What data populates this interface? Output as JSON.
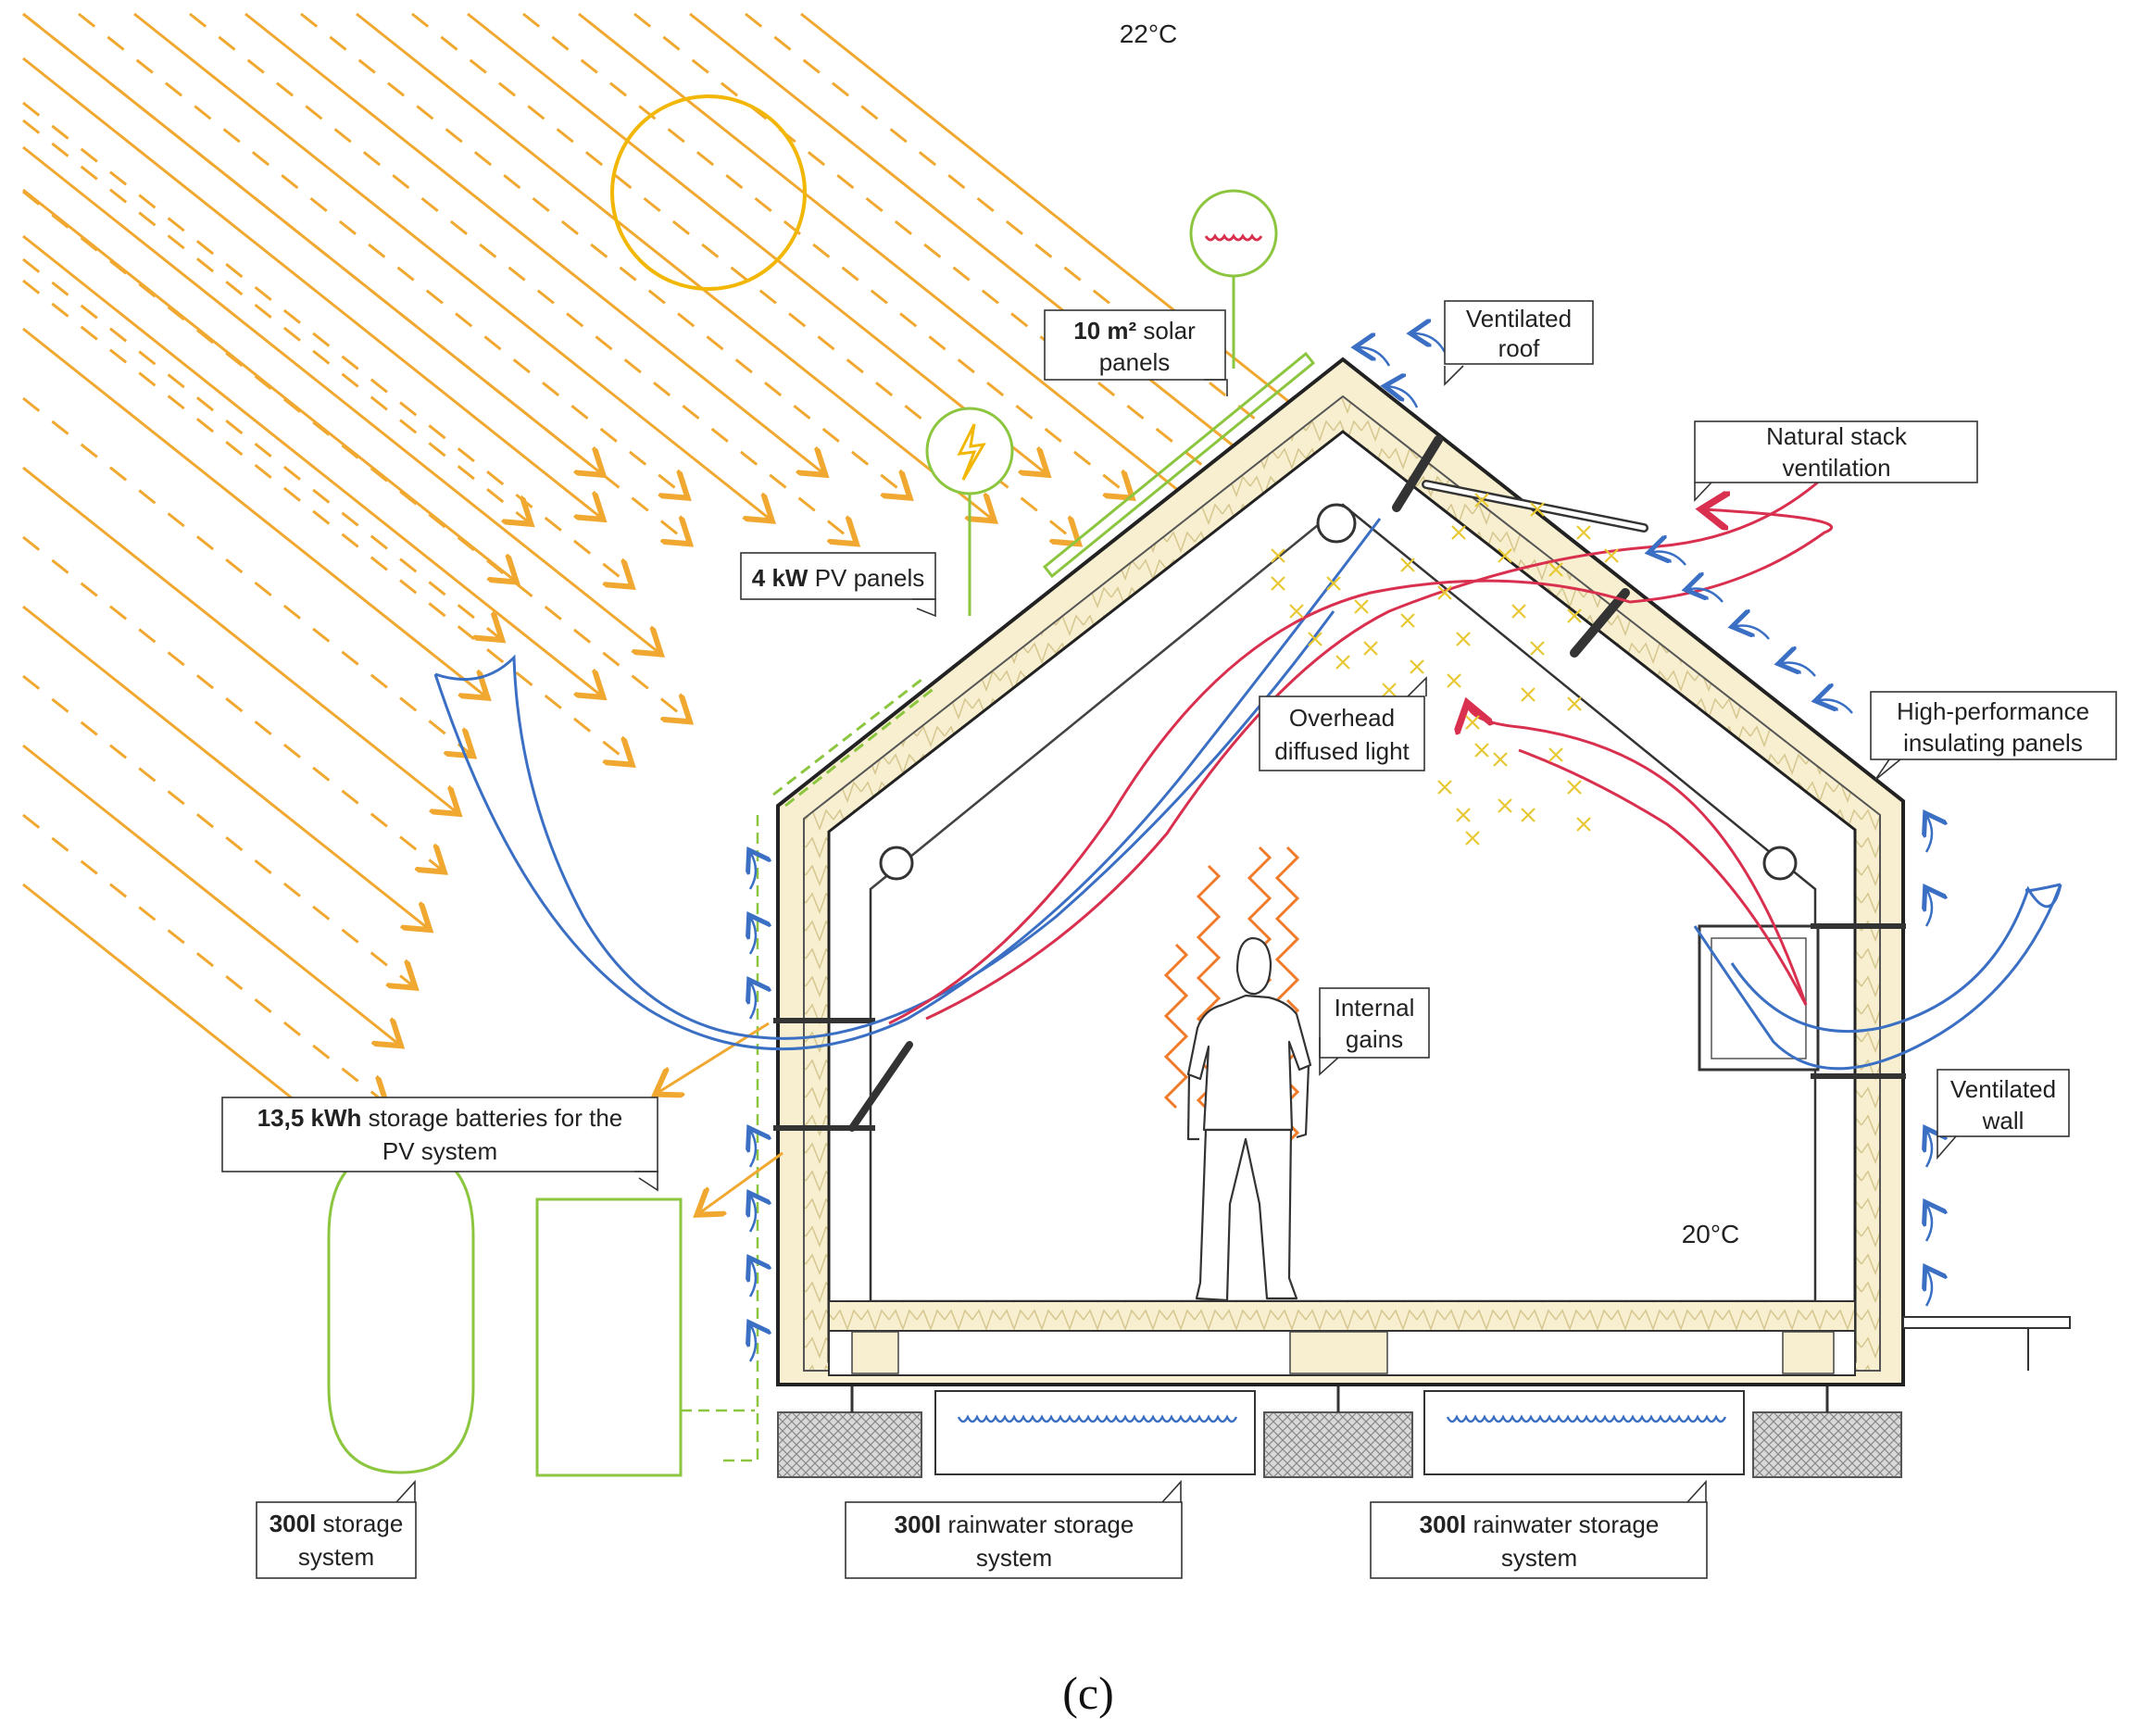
{
  "labels": {
    "temp_outside": "22°C",
    "temp_inside": "20°C",
    "solar_panels": {
      "bold": "10 m²",
      "rest": " solar",
      "line2": "panels"
    },
    "ventilated_roof": {
      "line1": "Ventilated",
      "line2": "roof"
    },
    "natural_stack": {
      "line1": "Natural stack",
      "line2": "ventilation"
    },
    "pv_panels": {
      "bold": "4 kW",
      "rest": " PV panels"
    },
    "overhead_light": {
      "line1": "Overhead",
      "line2": "diffused light"
    },
    "insulating_panels": {
      "line1": "High-performance",
      "line2": "insulating panels"
    },
    "internal_gains": {
      "line1": "Internal",
      "line2": "gains"
    },
    "ventilated_wall": {
      "line1": "Ventilated",
      "line2": "wall"
    },
    "batteries": {
      "bold": "13,5 kWh",
      "rest": " storage batteries for the",
      "line2": "PV system"
    },
    "storage_300": {
      "bold": "300l",
      "rest": " storage",
      "line2": "system"
    },
    "rain_left": {
      "bold": "300l",
      "rest": " rainwater storage",
      "line2": "system"
    },
    "rain_right": {
      "bold": "300l",
      "rest": " rainwater storage",
      "line2": "system"
    },
    "caption": "(c)"
  },
  "icons": [
    "sun-icon",
    "water-heat-icon",
    "lightning-icon",
    "person-icon"
  ],
  "colors": {
    "sun": "#f2b705",
    "rays": "#f0a830",
    "green": "#8cc63f",
    "blue_air": "#3a6fc4",
    "red_air": "#d9304f",
    "heat": "#f07b2a",
    "insulation": "#f7efcf",
    "ground": "#cccccc"
  }
}
